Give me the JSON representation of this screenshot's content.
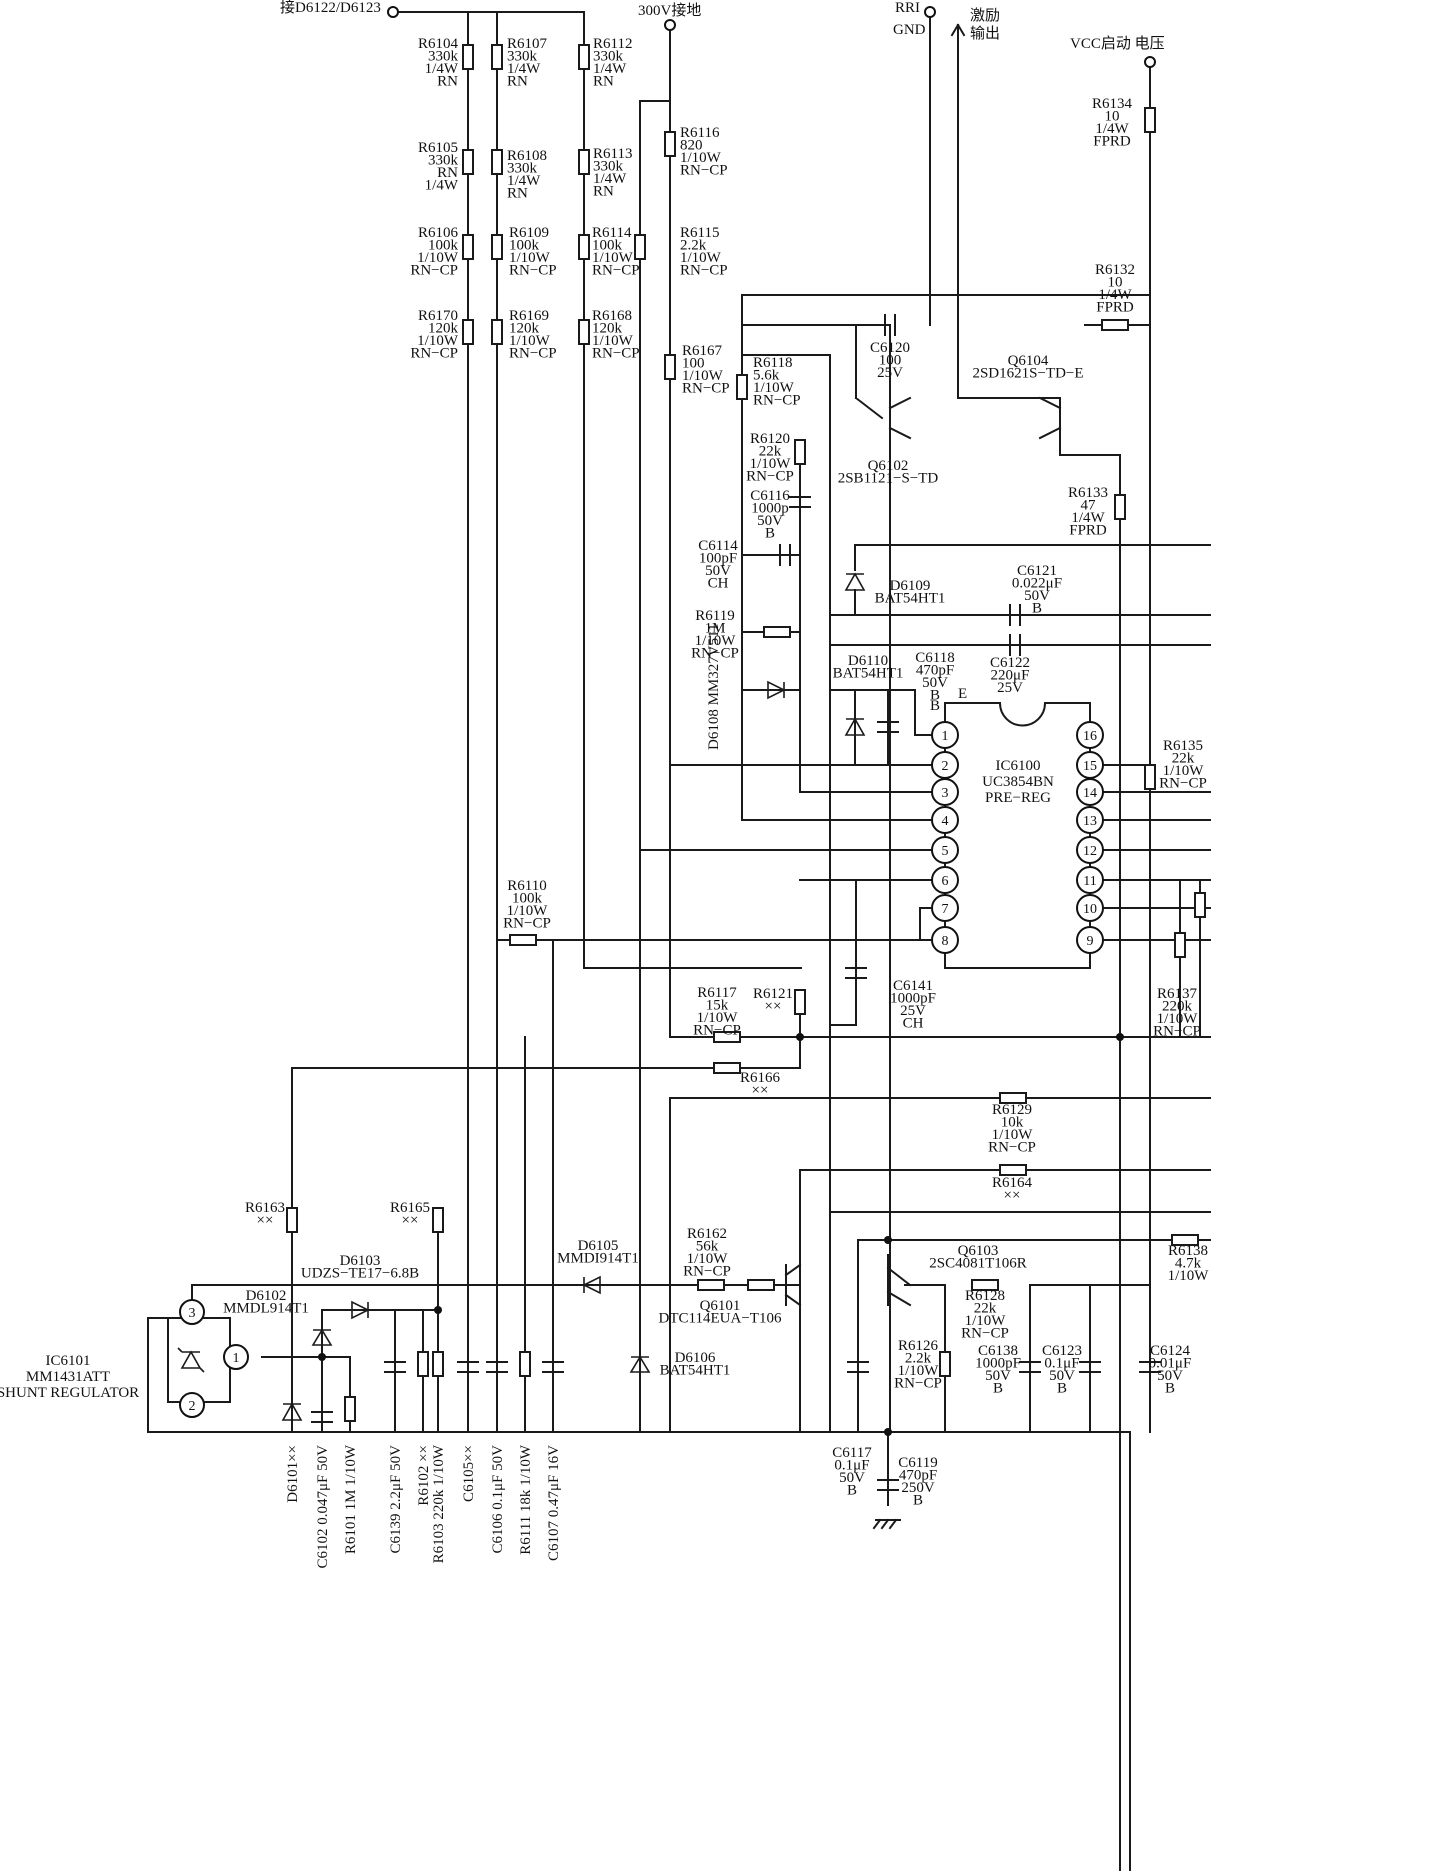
{
  "terminals": {
    "top_left": "接D6122/D6123",
    "ground_300v": "300V接地",
    "rri": "RRI",
    "gnd": "GND",
    "drive_1": "激励",
    "drive_2": "输出",
    "vcc": "VCC启动  电压"
  },
  "resistors": [
    {
      "id": "r6104",
      "lines": [
        "R6104",
        "330k",
        "1/4W",
        "RN"
      ]
    },
    {
      "id": "r6105",
      "lines": [
        "R6105",
        "330k",
        "RN",
        "1/4W"
      ]
    },
    {
      "id": "r6106",
      "lines": [
        "R6106",
        "100k",
        "1/10W",
        "RN−CP"
      ]
    },
    {
      "id": "r6170",
      "lines": [
        "R6170",
        "120k",
        "1/10W",
        "RN−CP"
      ]
    },
    {
      "id": "r6107",
      "lines": [
        "R6107",
        "330k",
        "1/4W",
        "RN"
      ]
    },
    {
      "id": "r6108",
      "lines": [
        "R6108",
        "330k",
        "1/4W",
        "RN"
      ]
    },
    {
      "id": "r6109",
      "lines": [
        "R6109",
        "100k",
        "1/10W",
        "RN−CP"
      ]
    },
    {
      "id": "r6169",
      "lines": [
        "R6169",
        "120k",
        "1/10W",
        "RN−CP"
      ]
    },
    {
      "id": "r6112",
      "lines": [
        "R6112",
        "330k",
        "1/4W",
        "RN"
      ]
    },
    {
      "id": "r6113",
      "lines": [
        "R6113",
        "330k",
        "1/4W",
        "RN"
      ]
    },
    {
      "id": "r6114",
      "lines": [
        "R6114",
        "100k",
        "1/10W",
        "RN−CP"
      ]
    },
    {
      "id": "r6168",
      "lines": [
        "R6168",
        "120k",
        "1/10W",
        "RN−CP"
      ]
    },
    {
      "id": "r6116",
      "lines": [
        "R6116",
        "820",
        "1/10W",
        "RN−CP"
      ]
    },
    {
      "id": "r6115",
      "lines": [
        "R6115",
        "2.2k",
        "1/10W",
        "RN−CP"
      ]
    },
    {
      "id": "r6167",
      "lines": [
        "R6167",
        "100",
        "1/10W",
        "RN−CP"
      ]
    },
    {
      "id": "r6118",
      "lines": [
        "R6118",
        "5.6k",
        "1/10W",
        "RN−CP"
      ]
    },
    {
      "id": "r6120",
      "lines": [
        "R6120",
        "22k",
        "1/10W",
        "RN−CP"
      ]
    },
    {
      "id": "r6119",
      "lines": [
        "R6119",
        "1M",
        "1/10W",
        "RN−CP"
      ]
    },
    {
      "id": "r6134",
      "lines": [
        "R6134",
        "10",
        "1/4W",
        "FPRD"
      ]
    },
    {
      "id": "r6132",
      "lines": [
        "R6132",
        "10",
        "1/4W",
        "FPRD"
      ]
    },
    {
      "id": "r6133",
      "lines": [
        "R6133",
        "47",
        "1/4W",
        "FPRD"
      ]
    },
    {
      "id": "r6135",
      "lines": [
        "R6135",
        "22k",
        "1/10W",
        "RN−CP"
      ]
    },
    {
      "id": "r6137",
      "lines": [
        "R6137",
        "220k",
        "1/10W",
        "RN−CP"
      ]
    },
    {
      "id": "r6110",
      "lines": [
        "R6110",
        "100k",
        "1/10W",
        "RN−CP"
      ]
    },
    {
      "id": "r6117",
      "lines": [
        "R6117",
        "15k",
        "1/10W",
        "RN−CP"
      ]
    },
    {
      "id": "r6121",
      "lines": [
        "R6121",
        "××"
      ]
    },
    {
      "id": "r6166",
      "lines": [
        "R6166",
        "××"
      ]
    },
    {
      "id": "r6129",
      "lines": [
        "R6129",
        "10k",
        "1/10W",
        "RN−CP"
      ]
    },
    {
      "id": "r6164",
      "lines": [
        "R6164",
        "××"
      ]
    },
    {
      "id": "r6163",
      "lines": [
        "R6163",
        "××"
      ]
    },
    {
      "id": "r6165",
      "lines": [
        "R6165",
        "××"
      ]
    },
    {
      "id": "r6162",
      "lines": [
        "R6162",
        "56k",
        "1/10W",
        "RN−CP"
      ]
    },
    {
      "id": "r6128",
      "lines": [
        "R6128",
        "22k",
        "1/10W",
        "RN−CP"
      ]
    },
    {
      "id": "r6126",
      "lines": [
        "R6126",
        "2.2k",
        "1/10W",
        "RN−CP"
      ]
    },
    {
      "id": "r6138",
      "lines": [
        "R6138",
        "4.7k",
        "1/10W"
      ]
    }
  ],
  "capacitors": [
    {
      "id": "c6120",
      "lines": [
        "C6120",
        "100",
        "25V"
      ]
    },
    {
      "id": "c6116",
      "lines": [
        "C6116",
        "1000p",
        "50V",
        "B"
      ]
    },
    {
      "id": "c6114",
      "lines": [
        "C6114",
        "100pF",
        "50V",
        "CH"
      ]
    },
    {
      "id": "c6121",
      "lines": [
        "C6121",
        "0.022μF",
        "50V",
        "B"
      ]
    },
    {
      "id": "c6122",
      "lines": [
        "C6122",
        "220μF",
        "25V"
      ]
    },
    {
      "id": "c6118",
      "lines": [
        "C6118",
        "470pF",
        "50V",
        "B"
      ]
    },
    {
      "id": "c6141",
      "lines": [
        "C6141",
        "1000pF",
        "25V",
        "CH"
      ]
    },
    {
      "id": "c6117",
      "lines": [
        "C6117",
        "0.1μF",
        "50V",
        "B"
      ]
    },
    {
      "id": "c6119",
      "lines": [
        "C6119",
        "470pF",
        "250V",
        "B"
      ]
    },
    {
      "id": "c6138",
      "lines": [
        "C6138",
        "1000pF",
        "50V",
        "B"
      ]
    },
    {
      "id": "c6123",
      "lines": [
        "C6123",
        "0.1μF",
        "50V",
        "B"
      ]
    },
    {
      "id": "c6124",
      "lines": [
        "C6124",
        "0.01μF",
        "50V",
        "B"
      ]
    }
  ],
  "diodes": [
    {
      "id": "d6109",
      "lines": [
        "D6109",
        "BAT54HT1"
      ]
    },
    {
      "id": "d6110",
      "lines": [
        "D6110",
        "BAT54HT1"
      ]
    },
    {
      "id": "d6108",
      "text": "D6108  MM327V511"
    },
    {
      "id": "d6103",
      "lines": [
        "D6103",
        "UDZS−TE17−6.8B"
      ]
    },
    {
      "id": "d6102",
      "lines": [
        "D6102",
        "MMDL914T1"
      ]
    },
    {
      "id": "d6105",
      "lines": [
        "D6105",
        "MMDI914T1"
      ]
    },
    {
      "id": "d6106",
      "lines": [
        "D6106",
        "BAT54HT1"
      ]
    }
  ],
  "transistors": [
    {
      "id": "q6104",
      "lines": [
        "Q6104",
        "2SD1621S−TD−E"
      ]
    },
    {
      "id": "q6102",
      "lines": [
        "Q6102",
        "2SB1121−S−TD"
      ]
    },
    {
      "id": "q6101",
      "lines": [
        "Q6101",
        "DTC114EUA−T106"
      ]
    },
    {
      "id": "q6103",
      "lines": [
        "Q6103",
        "2SC4081T106R"
      ]
    }
  ],
  "ic6100": {
    "lines": [
      "IC6100",
      "UC3854BN",
      "PRE−REG"
    ],
    "pin_e": "E",
    "pin_b": "B",
    "pins_left": [
      "1",
      "2",
      "3",
      "4",
      "5",
      "6",
      "7",
      "8"
    ],
    "pins_right": [
      "16",
      "15",
      "14",
      "13",
      "12",
      "11",
      "10",
      "9"
    ]
  },
  "ic6101": {
    "lines": [
      "IC6101",
      "MM1431ATT",
      "SHUNT REGULATOR"
    ],
    "pins": [
      "3",
      "1",
      "2"
    ]
  },
  "bottom_labels": [
    "D6101××",
    "C6102 0.047μF 50V",
    "R6101 1M 1/10W",
    "C6139 2.2μF 50V",
    "R6102 ××",
    "R6103 220k 1/10W",
    "C6105××",
    "C6106 0.1μF 50V",
    "R6111 18k 1/10W",
    "C6107 0.47μF 16V"
  ]
}
